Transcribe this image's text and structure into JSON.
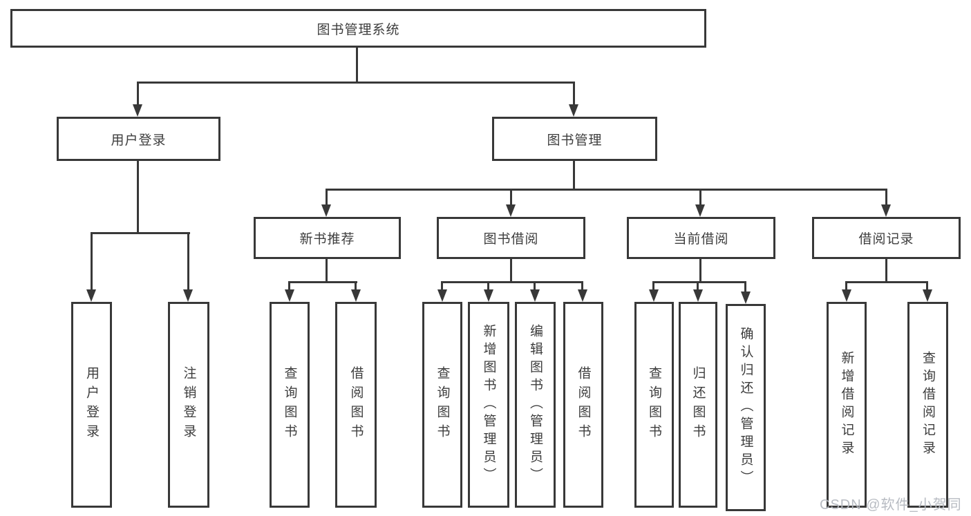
{
  "tree": {
    "root": {
      "label": "图书管理系统",
      "children": [
        {
          "label": "用户登录",
          "children": [
            {
              "label": "用户登录"
            },
            {
              "label": "注销登录"
            }
          ]
        },
        {
          "label": "图书管理",
          "children": [
            {
              "label": "新书推荐",
              "children": [
                {
                  "label": "查询图书"
                },
                {
                  "label": "借阅图书"
                }
              ]
            },
            {
              "label": "图书借阅",
              "children": [
                {
                  "label": "查询图书"
                },
                {
                  "label": "新增图书（管理员）"
                },
                {
                  "label": "编辑图书（管理员）"
                },
                {
                  "label": "借阅图书"
                }
              ]
            },
            {
              "label": "当前借阅",
              "children": [
                {
                  "label": "查询图书"
                },
                {
                  "label": "归还图书"
                },
                {
                  "label": "确认归还（管理员）"
                }
              ]
            },
            {
              "label": "借阅记录",
              "children": [
                {
                  "label": "新增借阅记录"
                },
                {
                  "label": "查询借阅记录"
                }
              ]
            }
          ]
        }
      ]
    }
  },
  "watermark": {
    "text": "CSDN @软件_小贺同学"
  },
  "colors": {
    "line": "#383838",
    "text": "#3d3d3d",
    "background": "#ffffff",
    "watermark": "#b4b8bf"
  }
}
